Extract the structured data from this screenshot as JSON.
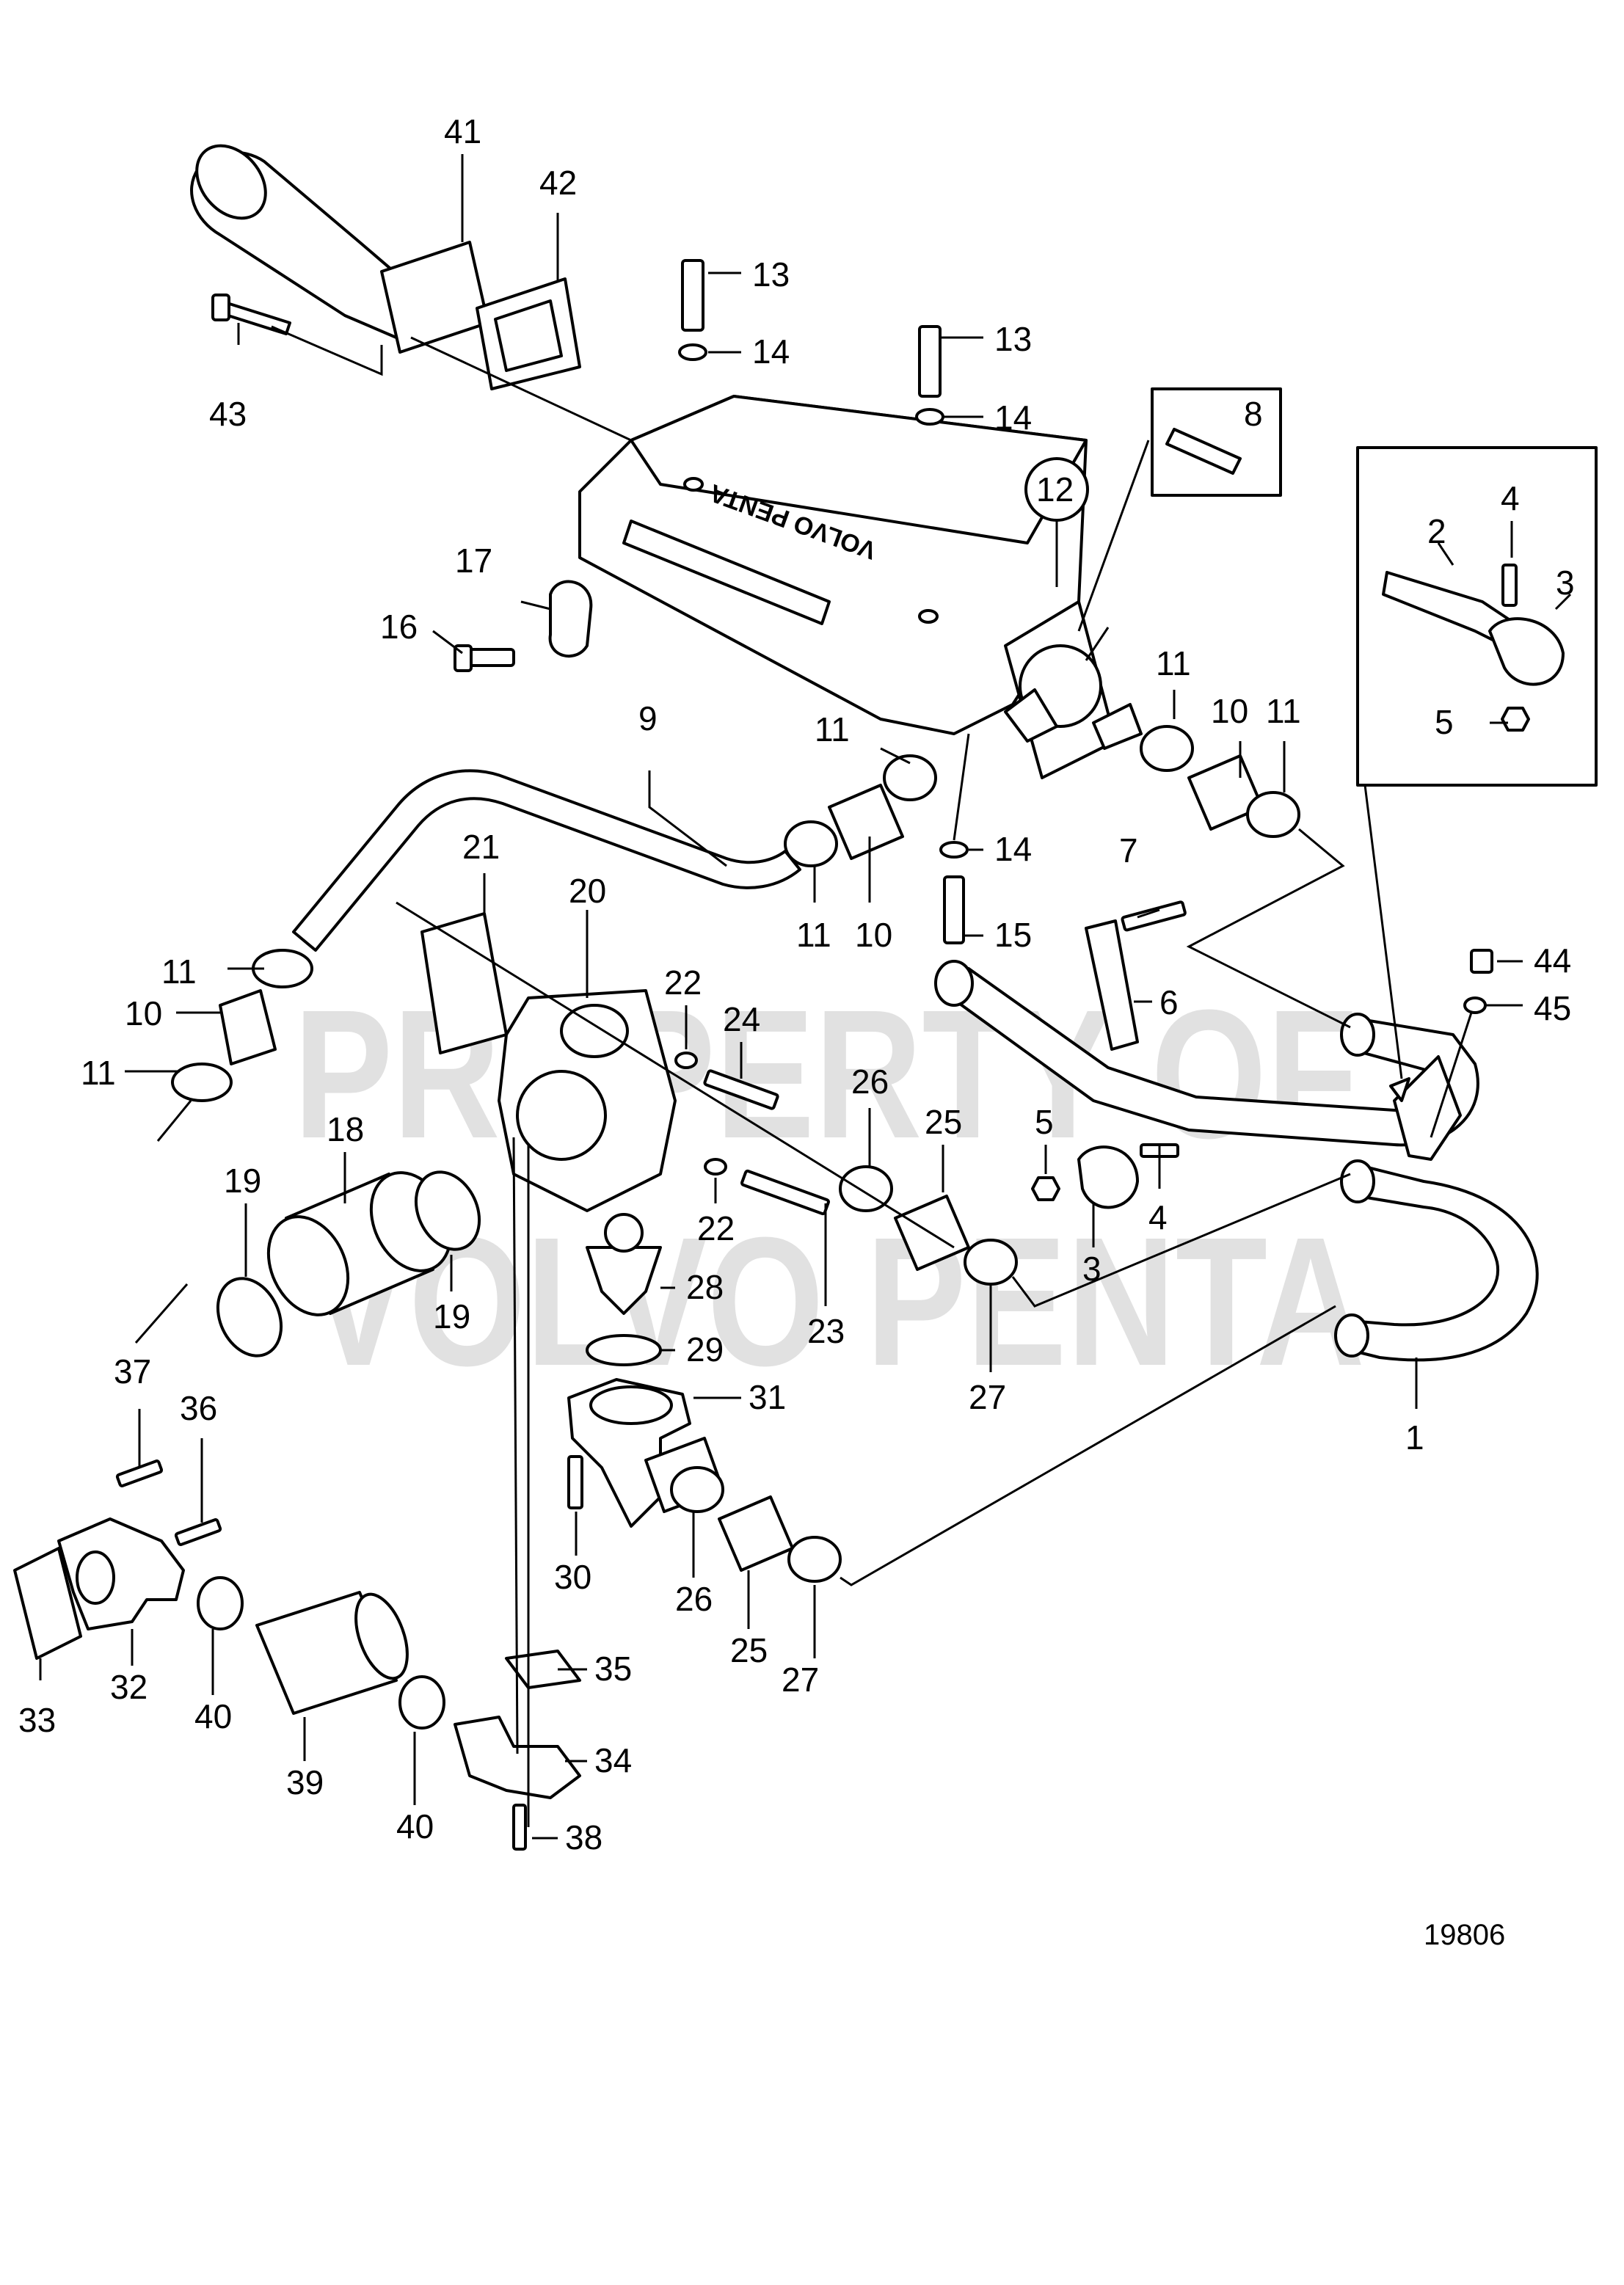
{
  "watermark": {
    "line1": "PROPERTY OF",
    "line2": "VOLVO PENTA"
  },
  "logo_text": "VOLVO PENTA",
  "reference_number": "19806",
  "callouts": {
    "c41": "41",
    "c42": "42",
    "c43": "43",
    "c13a": "13",
    "c14a": "14",
    "c13b": "13",
    "c14b": "14",
    "c8": "8",
    "c12": "12",
    "c17": "17",
    "c16": "16",
    "c4a": "4",
    "c2": "2",
    "c3a": "3",
    "c5a": "5",
    "c9": "9",
    "c11a": "11",
    "c10a": "10",
    "c11b": "11",
    "c11c": "11",
    "c14c": "14",
    "c11d": "11",
    "c10b": "10",
    "c7": "7",
    "c15": "15",
    "c6": "6",
    "c44": "44",
    "c45": "45",
    "c21": "21",
    "c20": "20",
    "c22a": "22",
    "c24": "24",
    "c11e": "11",
    "c10c": "10",
    "c11f": "11",
    "c18": "18",
    "c19a": "19",
    "c26a": "26",
    "c25a": "25",
    "c5b": "5",
    "c4b": "4",
    "c19b": "19",
    "c22b": "22",
    "c28": "28",
    "c3b": "3",
    "c23": "23",
    "c29": "29",
    "c27a": "27",
    "c37": "37",
    "c31": "31",
    "c1": "1",
    "c36": "36",
    "c30": "30",
    "c26b": "26",
    "c25b": "25",
    "c27b": "27",
    "c32": "32",
    "c33": "33",
    "c40a": "40",
    "c35": "35",
    "c39": "39",
    "c34": "34",
    "c40b": "40",
    "c38": "38"
  }
}
